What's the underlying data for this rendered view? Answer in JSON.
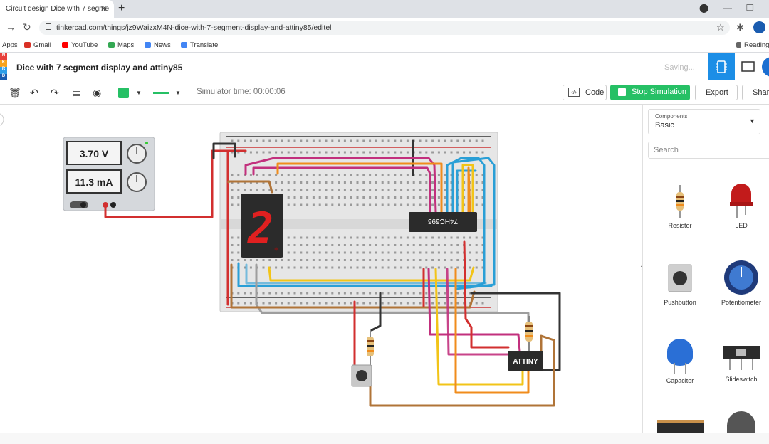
{
  "browser": {
    "tab_title": "Circuit design Dice with 7 segme",
    "url": "tinkercad.com/things/jz9WaizxM4N-dice-with-7-segment-display-and-attiny85/editel",
    "bookmarks": [
      "Apps",
      "Gmail",
      "YouTube",
      "Maps",
      "News",
      "Translate"
    ],
    "reading_list": "Reading"
  },
  "header": {
    "logo_letters": [
      "N",
      "K",
      "E",
      "R",
      "D"
    ],
    "title": "Dice with 7 segment display and attiny85",
    "status": "Saving..."
  },
  "toolbar": {
    "sim_time": "Simulator time: 00:00:06",
    "code_label": "Code",
    "stop_label": "Stop Simulation",
    "export_label": "Export",
    "share_label": "Share",
    "color_swatch": "#26c065"
  },
  "canvas": {
    "voltage": "3.70 V",
    "current": "11.3 mA",
    "digit": "2",
    "shift_register": "74HC595",
    "mcu_label": "ATTINY"
  },
  "panel": {
    "components_label": "Components",
    "components_value": "Basic",
    "search_placeholder": "Search",
    "parts": [
      "Resistor",
      "LED",
      "Pushbutton",
      "Potentiometer",
      "Capacitor",
      "Slideswitch"
    ]
  },
  "colors": {
    "accent": "#1c8ee6",
    "stop_green": "#26c065",
    "wire_red": "#d22f2f",
    "wire_black": "#333333",
    "wire_magenta": "#c2307d",
    "wire_blue": "#2a9fd6",
    "wire_orange": "#f08c1c",
    "wire_yellow": "#f2c418",
    "wire_brown": "#b07438",
    "wire_gray": "#9e9e9e"
  }
}
